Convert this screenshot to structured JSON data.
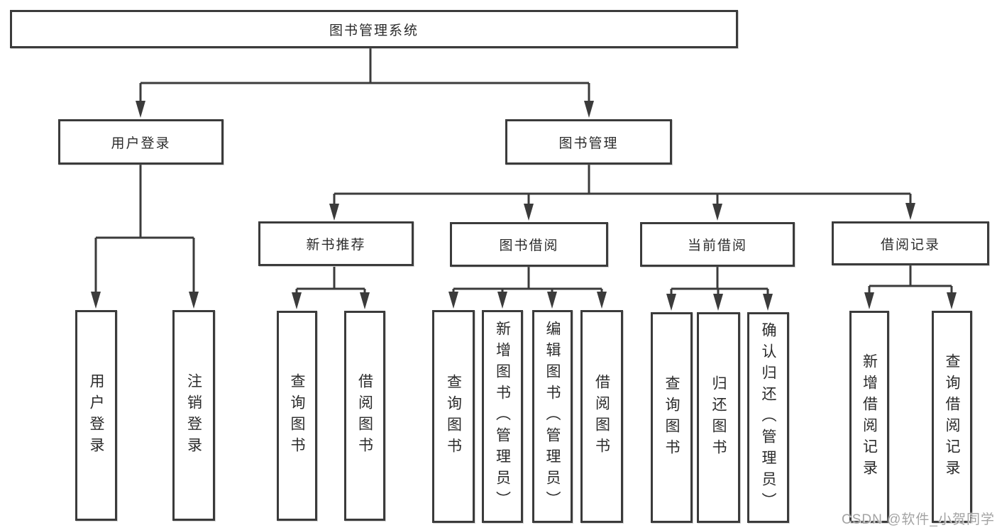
{
  "diagram": {
    "title": "图书管理系统",
    "nodes": {
      "root": {
        "label": "图书管理系统"
      },
      "userLogin": {
        "label": "用户登录"
      },
      "bookMgmt": {
        "label": "图书管理"
      },
      "newBookRec": {
        "label": "新书推荐"
      },
      "bookBorrow": {
        "label": "图书借阅"
      },
      "currentBorrow": {
        "label": "当前借阅"
      },
      "borrowRecord": {
        "label": "借阅记录"
      },
      "loginLeaf": {
        "label": "用户登录"
      },
      "logoutLeaf": {
        "label": "注销登录"
      },
      "recQuery": {
        "label": "查询图书"
      },
      "recBorrow": {
        "label": "借阅图书"
      },
      "bbQuery": {
        "label": "查询图书"
      },
      "bbAdd": {
        "label": "新增图书（管理员）"
      },
      "bbEdit": {
        "label": "编辑图书（管理员）"
      },
      "bbBorrow": {
        "label": "借阅图书"
      },
      "cbQuery": {
        "label": "查询图书"
      },
      "cbReturn": {
        "label": "归还图书"
      },
      "cbConfirm": {
        "label": "确认归还（管理员）"
      },
      "brAdd": {
        "label": "新增借阅记录"
      },
      "brQuery": {
        "label": "查询借阅记录"
      }
    },
    "tree": [
      {
        "parent": "图书管理系统",
        "children": [
          "用户登录",
          "图书管理"
        ]
      },
      {
        "parent": "用户登录",
        "children": [
          "用户登录",
          "注销登录"
        ]
      },
      {
        "parent": "图书管理",
        "children": [
          "新书推荐",
          "图书借阅",
          "当前借阅",
          "借阅记录"
        ]
      },
      {
        "parent": "新书推荐",
        "children": [
          "查询图书",
          "借阅图书"
        ]
      },
      {
        "parent": "图书借阅",
        "children": [
          "查询图书",
          "新增图书（管理员）",
          "编辑图书（管理员）",
          "借阅图书"
        ]
      },
      {
        "parent": "当前借阅",
        "children": [
          "查询图书",
          "归还图书",
          "确认归还（管理员）"
        ]
      },
      {
        "parent": "借阅记录",
        "children": [
          "新增借阅记录",
          "查询借阅记录"
        ]
      }
    ]
  },
  "watermark": {
    "text": "CSDN @软件_小贺同学"
  },
  "colors": {
    "line": "#3b3b3b",
    "text": "#2b2b2b",
    "background": "#ffffff",
    "watermark": "#9b9b9b"
  }
}
